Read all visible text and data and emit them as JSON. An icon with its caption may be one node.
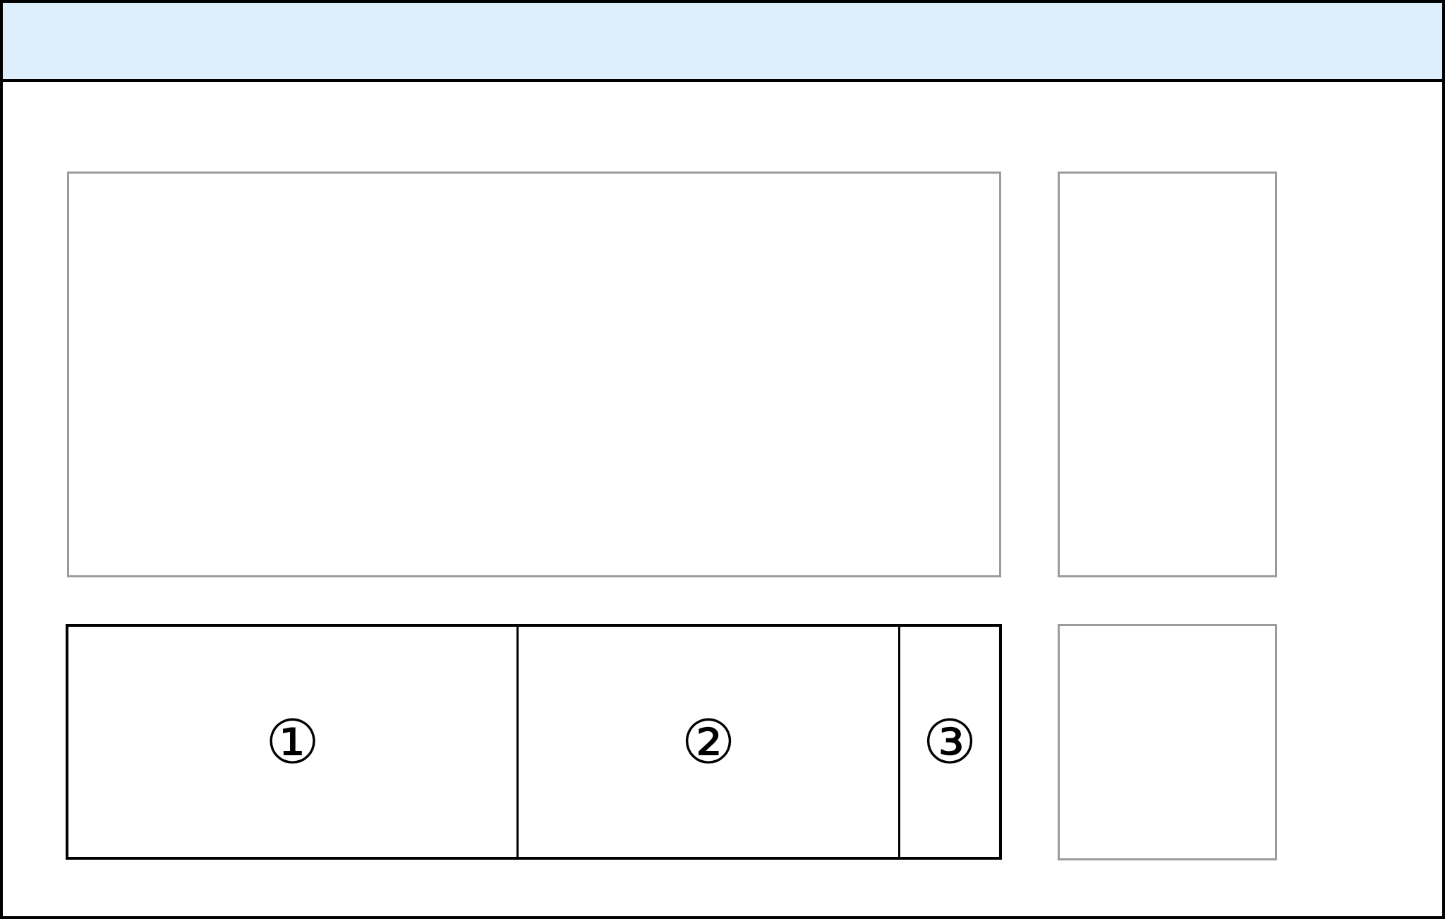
{
  "diagram": {
    "nodes": [
      {
        "text": [],
        "shape": "box"
      },
      {
        "text": [],
        "shape": "bar",
        "in": 0
      },
      {
        "text": [],
        "shape": "box",
        "in": 0
      },
      {
        "text": [],
        "shape": "box",
        "in": 0
      },
      {
        "text": [],
        "shape": "box",
        "in": 0
      },
      {
        "text": [
          "①"
        ],
        "in": 4
      },
      {
        "text": [
          "②"
        ],
        "in": 4
      },
      {
        "text": [
          "③"
        ],
        "in": 4
      },
      {
        "text": [],
        "shape": "box",
        "in": 0
      }
    ]
  }
}
